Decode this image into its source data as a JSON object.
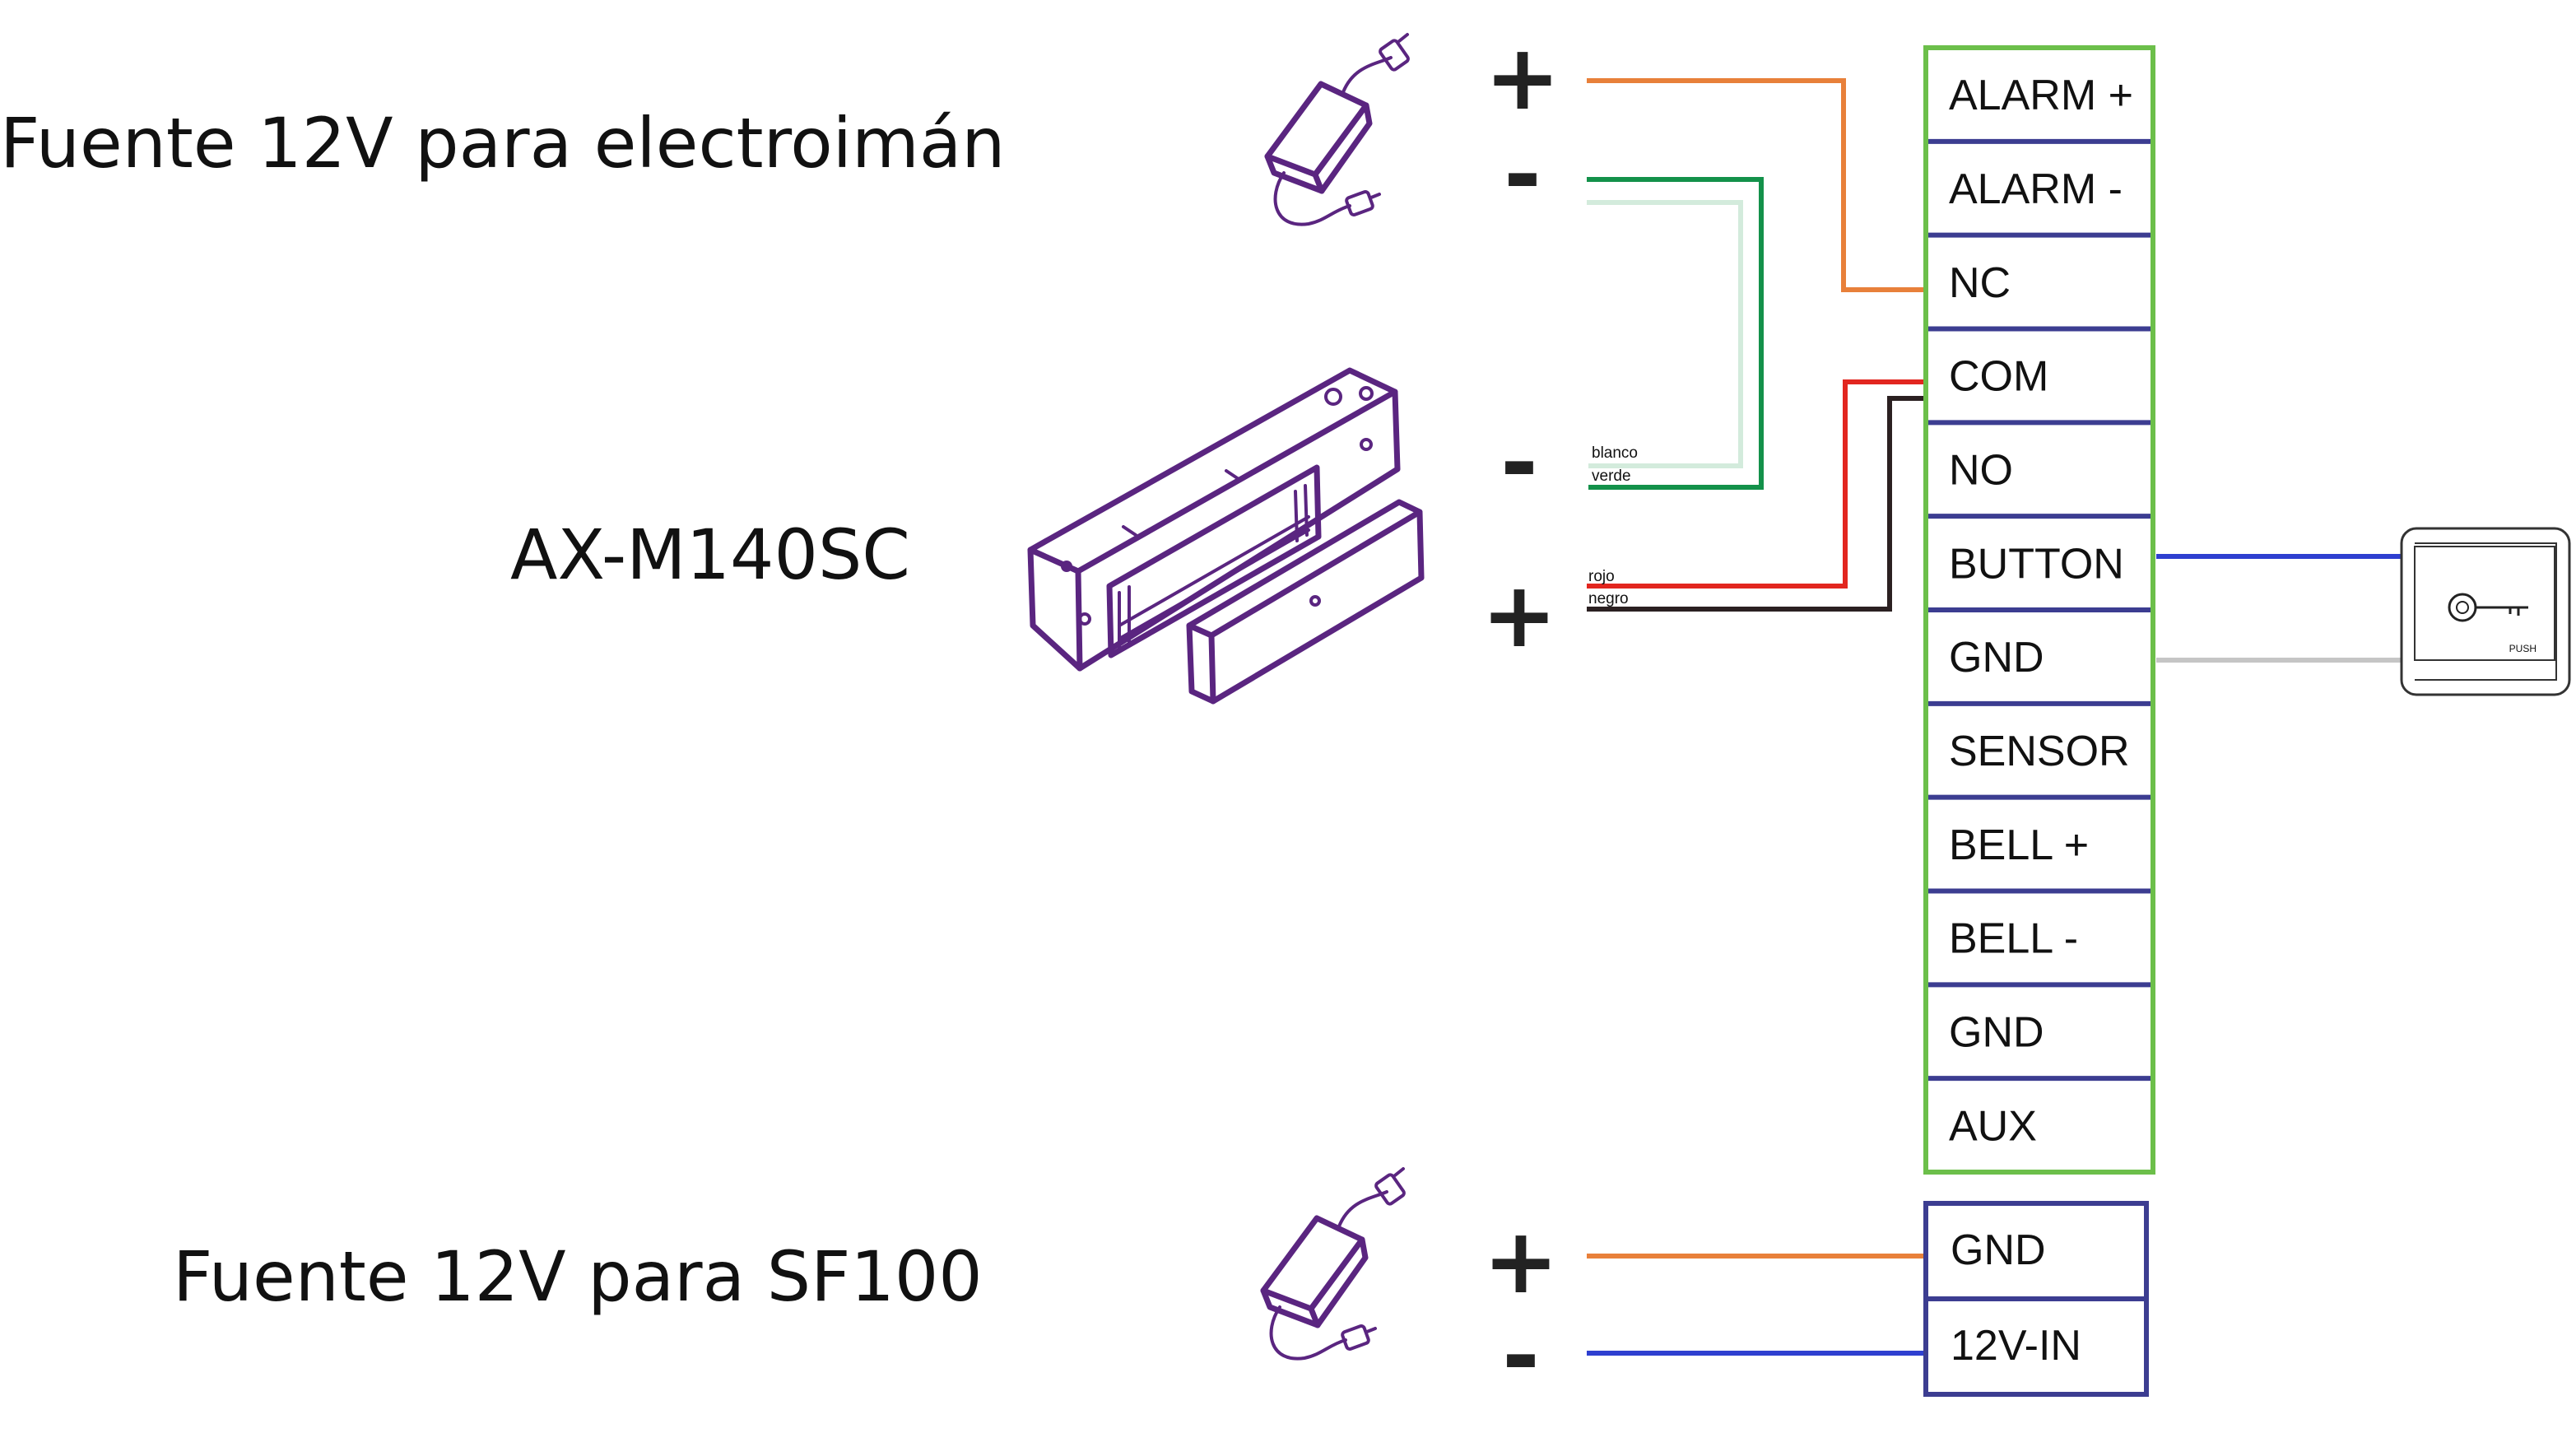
{
  "labels": {
    "psu_magnet": "Fuente 12V para electroimán",
    "lock_model": "AX-M140SC",
    "psu_reader": "Fuente 12V para SF100"
  },
  "signs": {
    "psu_magnet_plus": "+",
    "psu_magnet_minus": "-",
    "lock_minus": "-",
    "lock_plus": "+",
    "psu_reader_plus": "+",
    "psu_reader_minus": "-"
  },
  "wire_labels": {
    "white": "blanco",
    "green": "verde",
    "red": "rojo",
    "black": "negro"
  },
  "terminal_block": {
    "frame_color": "#6cbf4a",
    "divider_color": "#3c3d91",
    "terminals": [
      "ALARM +",
      "ALARM -",
      "NC",
      "COM",
      "NO",
      "BUTTON",
      "GND",
      "SENSOR",
      "BELL +",
      "BELL -",
      "GND",
      "AUX"
    ]
  },
  "power_block": {
    "frame_color": "#3c3d91",
    "terminals": [
      "GND",
      "12V-IN"
    ]
  },
  "exit_button": {
    "label": "PUSH",
    "icon": "key-icon"
  },
  "colors": {
    "orange": "#e8803a",
    "green": "#13914a",
    "white_wire": "#d3ebdc",
    "red": "#e2261f",
    "black": "#2b2021",
    "blue": "#2e3fd0",
    "gray": "#c5c5c5",
    "device_outline": "#5a2580"
  }
}
